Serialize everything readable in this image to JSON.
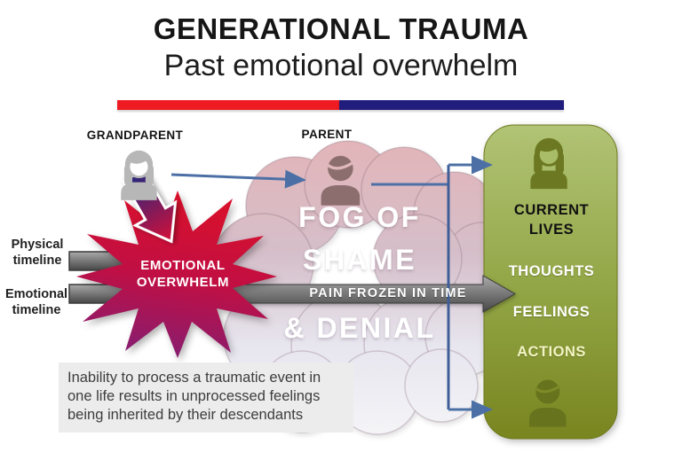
{
  "header": {
    "title": "GENERATIONAL TRAUMA",
    "subtitle": "Past emotional overwhelm"
  },
  "divider": {
    "red": "#ee1b22",
    "navy": "#201d7c"
  },
  "generations": {
    "grandparent": "GRANDPARENT",
    "parent": "PARENT"
  },
  "timelines": {
    "physical": [
      "Physical",
      "timeline"
    ],
    "emotional": [
      "Emotional",
      "timeline"
    ]
  },
  "starburst": {
    "text": [
      "EMOTIONAL",
      "OVERWHELM"
    ],
    "top_color": "#d8102c",
    "bottom_color": "#7c2078"
  },
  "cloud": {
    "text": [
      "FOG OF",
      "SHAME",
      "& DENIAL"
    ],
    "top_color": "#e2b5b9",
    "bottom_color": "#f3f3f7"
  },
  "pain_arrow": {
    "label": "PAIN FROZEN IN TIME"
  },
  "current_box": {
    "title": [
      "CURRENT",
      "LIVES"
    ],
    "items": [
      "THOUGHTS",
      "FEELINGS",
      "ACTIONS"
    ],
    "top_color": "#b0c272",
    "bottom_color": "#79851f"
  },
  "footnote": "Inability to process a traumatic event in one life results in unprocessed feelings being inherited by their descendants",
  "icons": {
    "grandparent": "woman-icon",
    "parent": "man-icon",
    "descendant_top": "woman-icon",
    "descendant_bottom": "man-icon"
  },
  "colors": {
    "connector_blue": "#4c70a6",
    "timeline_gray": "#7c7c7c",
    "grandparent_gray": "#b7b7b7",
    "parent_mauve": "#8d6e6f",
    "descendant_olive": "#6c7922"
  }
}
